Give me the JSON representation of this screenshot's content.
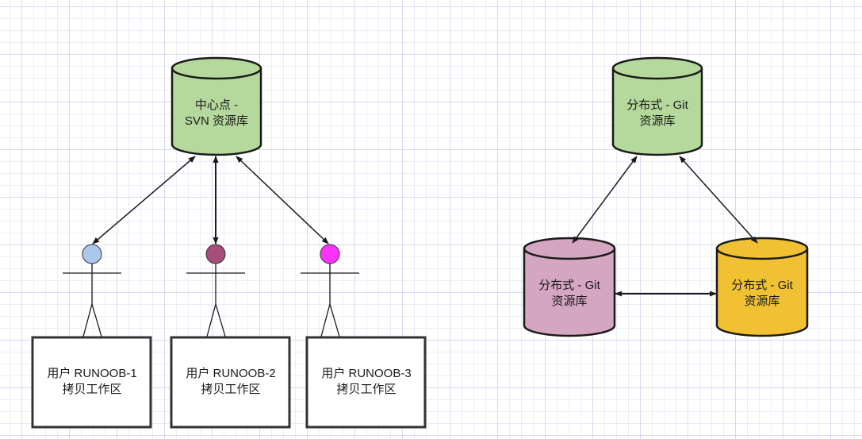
{
  "colors": {
    "svn_repo": "#b5d99c",
    "git_repo_top": "#b5d99c",
    "git_repo_left": "#d5a6c2",
    "git_repo_right": "#f0c132",
    "user1_head": "#a9c8ec",
    "user2_head": "#a64d79",
    "user3_head": "#ff33ff",
    "stroke": "#1a1a1a"
  },
  "svn": {
    "repo": {
      "line1": "中心点 -",
      "line2": "SVN 资源库"
    },
    "users": [
      {
        "line1": "用户 RUNOOB-1",
        "line2": "拷贝工作区"
      },
      {
        "line1": "用户 RUNOOB-2",
        "line2": "拷贝工作区"
      },
      {
        "line1": "用户 RUNOOB-3",
        "line2": "拷贝工作区"
      }
    ]
  },
  "git": {
    "repos": [
      {
        "line1": "分布式 - Git",
        "line2": "资源库"
      },
      {
        "line1": "分布式 - Git",
        "line2": "资源库"
      },
      {
        "line1": "分布式 - Git",
        "line2": "资源库"
      }
    ]
  }
}
